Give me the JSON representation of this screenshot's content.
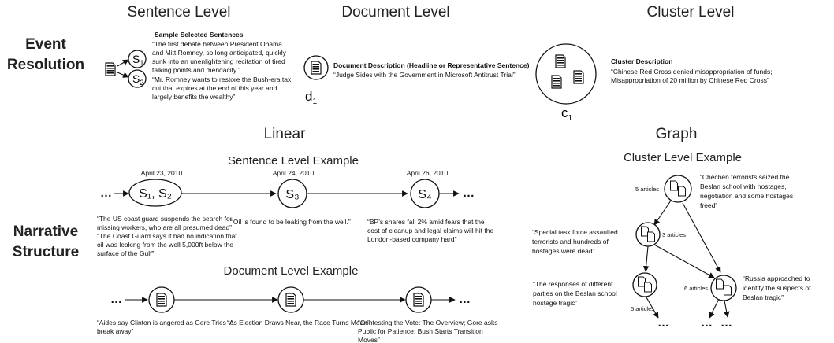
{
  "columns": {
    "sentence": "Sentence Level",
    "document": "Document Level",
    "cluster": "Cluster Level"
  },
  "rows": {
    "event": [
      "Event",
      "Resolution"
    ],
    "narrative": [
      "Narrative",
      "Structure"
    ]
  },
  "event_resolution": {
    "sentence": {
      "title": "Sample Selected Sentences",
      "lines": [
        "“The first debate between President Obama",
        "and Mitt Romney, so long anticipated, quickly",
        "sunk into an unenlightening recitation of tired",
        "talking points and mendacity.”",
        "“Mr. Romney wants to restore the Bush-era tax",
        "cut that expires at the end of this year and",
        "largely benefits the wealthy”"
      ],
      "node1": "S",
      "node1_sub": "1",
      "node2": "S",
      "node2_sub": "2"
    },
    "document": {
      "title": "Document Description (Headline or Representative Sentence)",
      "text": "“Judge Sides with the Government in Microsoft Antitrust Trial”",
      "node": "d",
      "node_sub": "1"
    },
    "cluster": {
      "title": "Cluster Description",
      "lines": [
        "“Chinese Red Cross denied misappropriation of funds;",
        "Misappropriation of 20 million by Chinese Red Cross”"
      ],
      "node": "c",
      "node_sub": "1"
    }
  },
  "narrative": {
    "linear_title": "Linear",
    "graph_title": "Graph",
    "sentence_example": {
      "title": "Sentence Level Example",
      "ellipsis": "…",
      "nodes": [
        {
          "date": "April 23, 2010",
          "label": "S₁, S₂",
          "text": [
            "“The US coast guard suspends the search for",
            "missing workers, who are all presumed dead”",
            "“The Coast Guard says it had no indication that",
            "oil was leaking from the well 5,000ft below the",
            "surface of the Gulf”"
          ]
        },
        {
          "date": "April 24, 2010",
          "label": "S₃",
          "text": [
            "“Oil is found to be leaking from the well.”"
          ]
        },
        {
          "date": "April 26, 2010",
          "label": "S₄",
          "text": [
            "“BP’s shares fall 2% amid fears that the",
            "cost of cleanup and legal claims will hit the",
            "London-based company hard”"
          ]
        }
      ]
    },
    "document_example": {
      "title": "Document Level Example",
      "ellipsis": "…",
      "nodes": [
        {
          "text": [
            "“Aides say Clinton is angered as Gore Tries to",
            "break away”"
          ]
        },
        {
          "text": [
            "“As Election Draws Near, the Race Turns Mean”"
          ]
        },
        {
          "text": [
            "“Contesting the Vote: The Overview; Gore asks",
            "Public for Patience; Bush Starts Transition",
            "Moves”"
          ]
        }
      ]
    },
    "cluster_example": {
      "title": "Cluster Level Example",
      "ellipsis": "…",
      "nodes": [
        {
          "articles": "5 articles",
          "text": [
            "“Chechen terrorists seized the",
            "Beslan school with hostages,",
            "negotiation and some hostages",
            "freed”"
          ]
        },
        {
          "articles": "3 articles",
          "text": [
            "“Special task force assaulted",
            "terrorists and hundreds of",
            "hostages were dead”"
          ]
        },
        {
          "articles": "5 articles",
          "text": [
            "“The responses of different",
            "parties on the Beslan school",
            "hostage tragic”"
          ]
        },
        {
          "articles": "6 articles",
          "text": [
            "“Russia approached to",
            "identify the suspects of",
            "Beslan tragic”"
          ]
        }
      ]
    }
  },
  "colors": {
    "stroke": "#111111",
    "text": "#222222"
  }
}
